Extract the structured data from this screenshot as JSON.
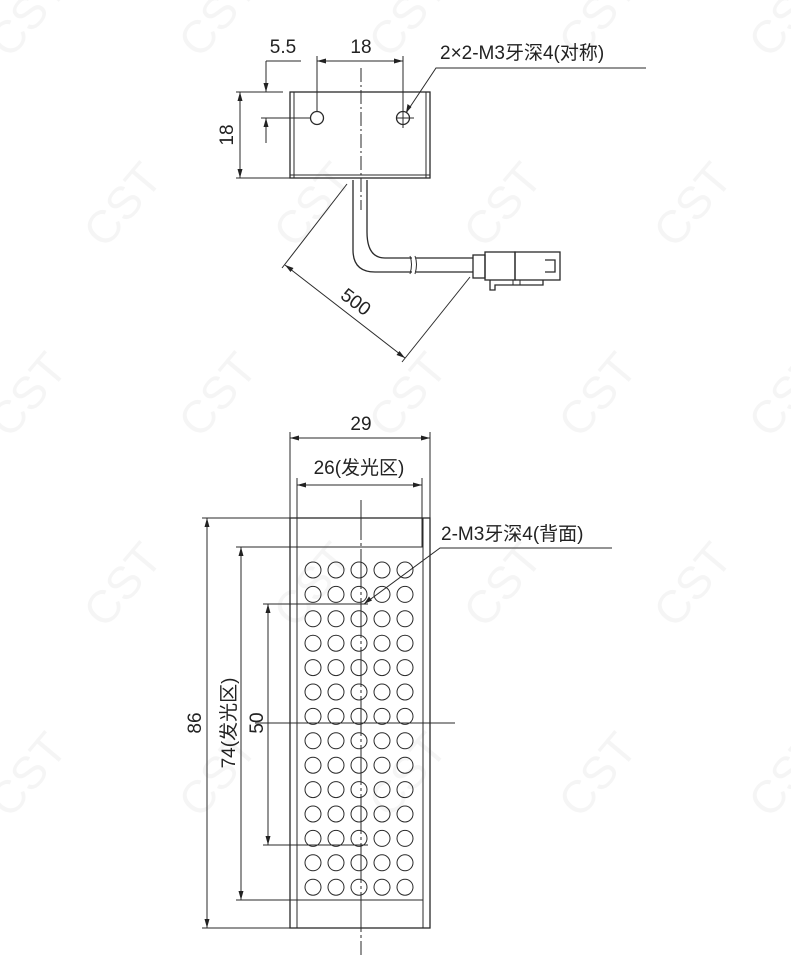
{
  "watermark": "CST",
  "top_view": {
    "dim_offset": "5.5",
    "dim_hole_spacing": "18",
    "dim_height": "18",
    "dim_cable_length": "500",
    "note_holes": "2×2-M3牙深4(对称)"
  },
  "front_view": {
    "dim_width": "29",
    "dim_emitting_width": "26(发光区)",
    "dim_length": "86",
    "dim_emitting_length": "74(发光区)",
    "dim_hole_spacing": "50",
    "note_holes": "2-M3牙深4(背面)",
    "led_grid": {
      "columns": 5,
      "rows": 14
    }
  }
}
